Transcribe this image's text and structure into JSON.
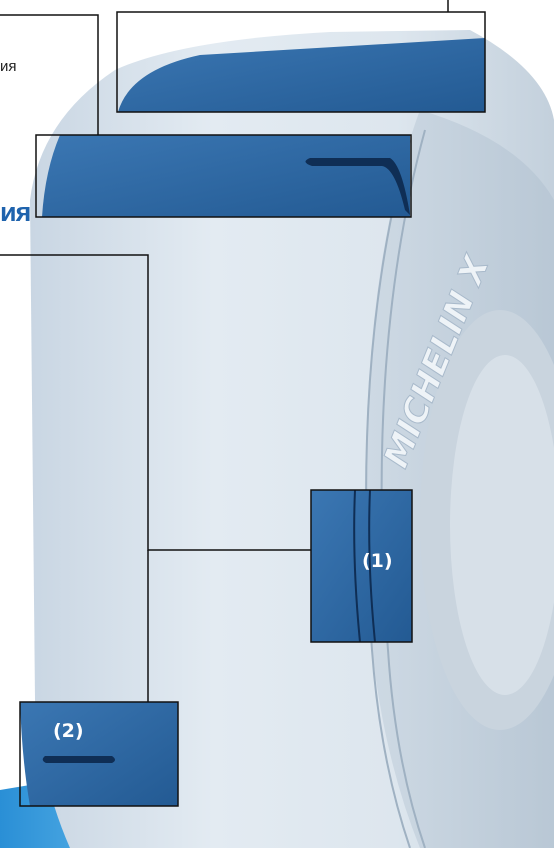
{
  "fragment_text": "ия",
  "fragment_heading": "ия",
  "callouts": [
    {
      "label": "(1)"
    },
    {
      "label": "(2)"
    }
  ],
  "sidewall_brand_text": "MICHELIN X",
  "colors": {
    "tire_blue": "#2e6aa6",
    "tire_pale": "#d9e4ee",
    "heading_blue": "#1f63ad",
    "line": "#111111",
    "background": "#ffffff"
  }
}
